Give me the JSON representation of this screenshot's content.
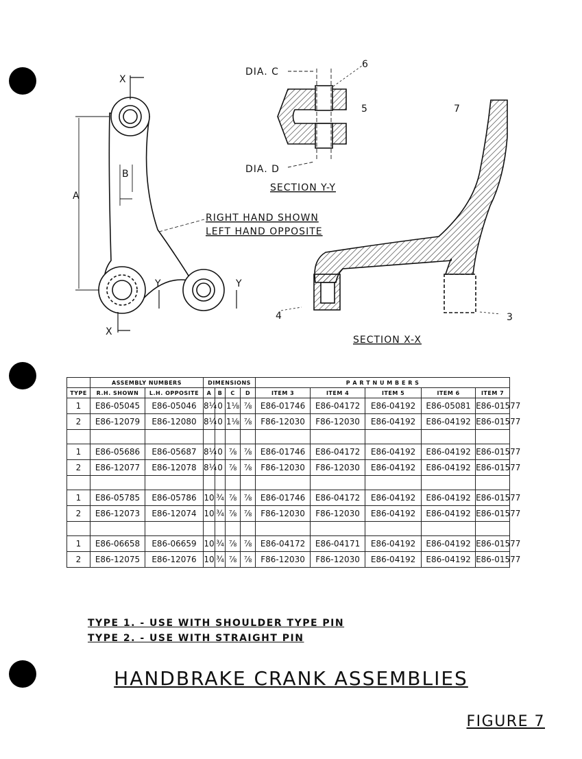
{
  "drawing": {
    "section_y": {
      "dia_c": "DIA. C",
      "dia_d": "DIA. D",
      "callout_5": "5",
      "callout_6": "6",
      "title": "SECTION Y-Y"
    },
    "crank": {
      "x_top": "X",
      "x_bottom": "X",
      "dim_a": "A",
      "dim_b": "B",
      "y_left": "Y",
      "y_right": "Y",
      "note_line1": "RIGHT HAND SHOWN",
      "note_line2": "LEFT HAND OPPOSITE"
    },
    "section_x": {
      "callout_3": "3",
      "callout_4": "4",
      "callout_7": "7",
      "title": "SECTION X-X"
    }
  },
  "table": {
    "group_headers": {
      "assembly": "ASSEMBLY NUMBERS",
      "dimensions": "DIMENSIONS",
      "part": "P A R T   N U M B E R S"
    },
    "columns": [
      "TYPE",
      "R.H. SHOWN",
      "L.H. OPPOSITE",
      "A",
      "B",
      "C",
      "D",
      "ITEM 3",
      "ITEM 4",
      "ITEM 5",
      "ITEM 6",
      "ITEM 7"
    ],
    "rows": [
      [
        "1",
        "E86-05045",
        "E86-05046",
        "8¼",
        "0",
        "1⅛",
        "⅞",
        "E86-01746",
        "E86-04172",
        "E86-04192",
        "E86-05081",
        "E86-01577"
      ],
      [
        "2",
        "E86-12079",
        "E86-12080",
        "8¼",
        "0",
        "1⅛",
        "⅞",
        "F86-12030",
        "F86-12030",
        "E86-04192",
        "E86-04192",
        "E86-01577"
      ],
      null,
      [
        "1",
        "E86-05686",
        "E86-05687",
        "8¼",
        "0",
        "⅞",
        "⅞",
        "E86-01746",
        "E86-04172",
        "E86-04192",
        "E86-04192",
        "E86-01577"
      ],
      [
        "2",
        "E86-12077",
        "E86-12078",
        "8¼",
        "0",
        "⅞",
        "⅞",
        "F86-12030",
        "F86-12030",
        "E86-04192",
        "E86-04192",
        "E86-01577"
      ],
      null,
      [
        "1",
        "E86-05785",
        "E86-05786",
        "10",
        "¾",
        "⅞",
        "⅞",
        "E86-01746",
        "E86-04172",
        "E86-04192",
        "E86-04192",
        "E86-01577"
      ],
      [
        "2",
        "E86-12073",
        "E86-12074",
        "10",
        "¾",
        "⅞",
        "⅞",
        "F86-12030",
        "F86-12030",
        "E86-04192",
        "E86-04192",
        "E86-01577"
      ],
      null,
      [
        "1",
        "E86-06658",
        "E86-06659",
        "10",
        "¾",
        "⅞",
        "⅞",
        "E86-04172",
        "E86-04171",
        "E86-04192",
        "E86-04192",
        "E86-01577"
      ],
      [
        "2",
        "E86-12075",
        "E86-12076",
        "10",
        "¾",
        "⅞",
        "⅞",
        "F86-12030",
        "F86-12030",
        "E86-04192",
        "E86-04192",
        "E86-01577"
      ]
    ]
  },
  "notes": {
    "type1": "TYPE 1. - USE WITH SHOULDER TYPE PIN",
    "type2": "TYPE 2. - USE WITH STRAIGHT PIN"
  },
  "title": "HANDBRAKE CRANK ASSEMBLIES",
  "figure": "FIGURE 7"
}
